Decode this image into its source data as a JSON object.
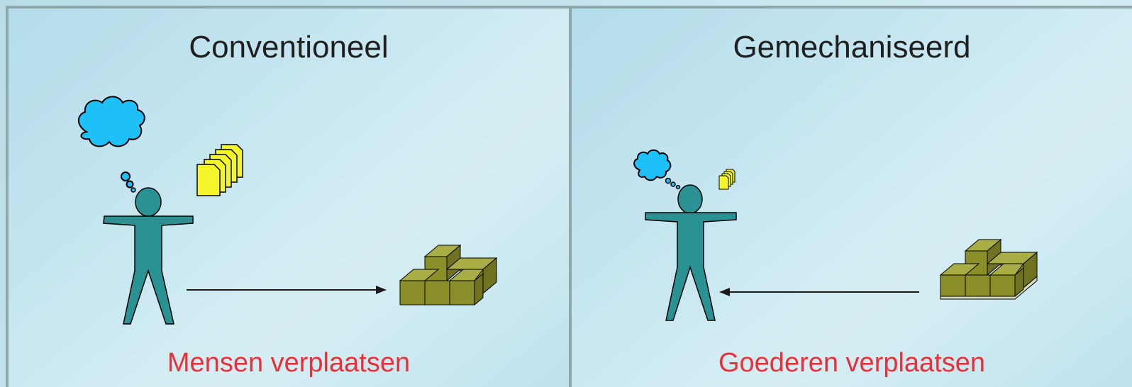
{
  "left_panel": {
    "title": "Conventioneel",
    "caption": "Mensen verplaatsen",
    "arrow_direction": "right"
  },
  "right_panel": {
    "title": "Gemechaniseerd",
    "caption": "Goederen verplaatsen",
    "arrow_direction": "left"
  },
  "colors": {
    "person": "#2a9292",
    "cloud": "#1ec0f8",
    "paper": "#f4f62a",
    "box": "#8b8f2a",
    "caption": "#e8303a",
    "divider": "#8ea7aa"
  }
}
